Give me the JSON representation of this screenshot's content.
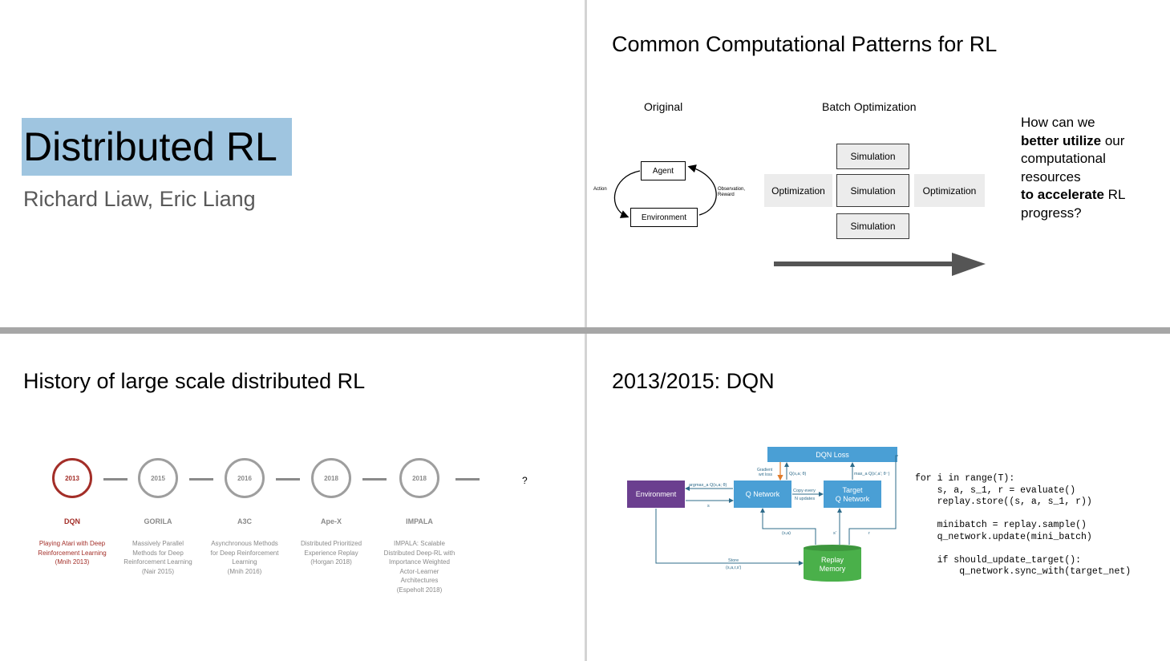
{
  "slide1": {
    "title": "Distributed RL",
    "authors": "Richard Liaw, Eric Liang"
  },
  "slide2": {
    "title": "Common Computational Patterns for RL",
    "original_label": "Original",
    "batch_label": "Batch Optimization",
    "agent": "Agent",
    "environment": "Environment",
    "action": "Action",
    "observation": "Observation,",
    "reward": "Reward",
    "optimization_left": "Optimization",
    "optimization_right": "Optimization",
    "simulations": [
      "Simulation",
      "Simulation",
      "Simulation"
    ],
    "question": {
      "l1": "How can we",
      "l2_bold": "better utilize",
      "l2_rest": " our",
      "l3": "computational",
      "l4": "resources",
      "l5_bold": "to accelerate",
      "l5_rest": " RL",
      "l6": "progress?"
    }
  },
  "slide3": {
    "title": "History of large scale distributed RL",
    "timeline": [
      {
        "year": "2013",
        "name": "DQN",
        "desc": [
          "Playing Atari with Deep",
          "Reinforcement Learning",
          "(Mnih 2013)"
        ],
        "active": true
      },
      {
        "year": "2015",
        "name": "GORILA",
        "desc": [
          "Massively Parallel",
          "Methods for Deep",
          "Reinforcement Learning",
          "(Nair 2015)"
        ],
        "active": false
      },
      {
        "year": "2016",
        "name": "A3C",
        "desc": [
          "Asynchronous Methods",
          "for Deep Reinforcement",
          "Learning",
          "(Mnih 2016)"
        ],
        "active": false
      },
      {
        "year": "2018",
        "name": "Ape-X",
        "desc": [
          "Distributed Prioritized",
          "Experience Replay",
          "(Horgan 2018)"
        ],
        "active": false
      },
      {
        "year": "2018",
        "name": "IMPALA",
        "desc": [
          "IMPALA: Scalable",
          "Distributed Deep-RL with",
          "Importance Weighted",
          "Actor-Learner",
          "Architectures",
          "(Espeholt 2018)"
        ],
        "active": false
      }
    ],
    "question_mark": "?"
  },
  "slide4": {
    "title": "2013/2015: DQN",
    "diagram": {
      "loss": "DQN Loss",
      "environment": "Environment",
      "qnet": "Q Network",
      "target1": "Target",
      "target2": "Q Network",
      "replay1": "Replay",
      "replay2": "Memory",
      "gradient1": "Gradient",
      "gradient2": "wrt loss",
      "qsa": "Q(s,a; θ)",
      "maxq": "max_a Q(s',a'; θ⁻)",
      "argmax": "argmax_a Q(s,a; θ)",
      "s": "s",
      "copy1": "Copy every",
      "copy2": "N updates",
      "sa": "(s,a)",
      "sprime": "s'",
      "r": "r",
      "store1": "Store",
      "store2": "(s,a,r,s')"
    },
    "code": "for i in range(T):\n    s, a, s_1, r = evaluate()\n    replay.store((s, a, s_1, r))\n\n    minibatch = replay.sample()\n    q_network.update(mini_batch)\n\n    if should_update_target():\n        q_network.sync_with(target_net)"
  },
  "colors": {
    "title_highlight": "#9fc5e0",
    "timeline_active": "#a32e28",
    "timeline_inactive": "#8a8a8a",
    "dqn_blue": "#4a9fd5",
    "env_purple": "#6b3f8f",
    "replay_green": "#4ab04a",
    "arrow_teal": "#2e6b8a"
  }
}
